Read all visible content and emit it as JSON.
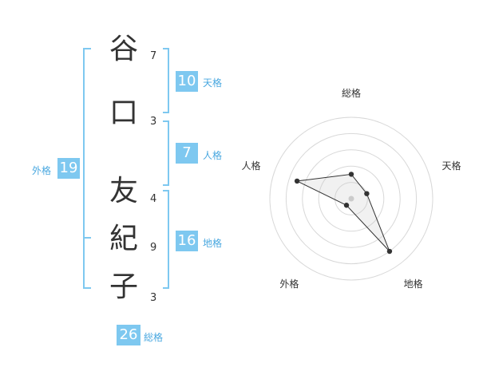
{
  "name_chars": [
    {
      "char": "谷",
      "strokes": "7"
    },
    {
      "char": "口",
      "strokes": "3"
    },
    {
      "char": "友",
      "strokes": "4"
    },
    {
      "char": "紀",
      "strokes": "9"
    },
    {
      "char": "子",
      "strokes": "3"
    }
  ],
  "fortunes": {
    "tenkaku": {
      "value": "10",
      "label": "天格"
    },
    "jinkaku": {
      "value": "7",
      "label": "人格"
    },
    "chikaku": {
      "value": "16",
      "label": "地格"
    },
    "gaikaku": {
      "value": "19",
      "label": "外格"
    },
    "soukaku": {
      "value": "26",
      "label": "総格"
    }
  },
  "chart_data": {
    "type": "radar",
    "axes": [
      "総格",
      "天格",
      "地格",
      "外格",
      "人格"
    ],
    "values": [
      3,
      2,
      8,
      1,
      7
    ],
    "max": 10,
    "grid_rings": 5
  }
}
